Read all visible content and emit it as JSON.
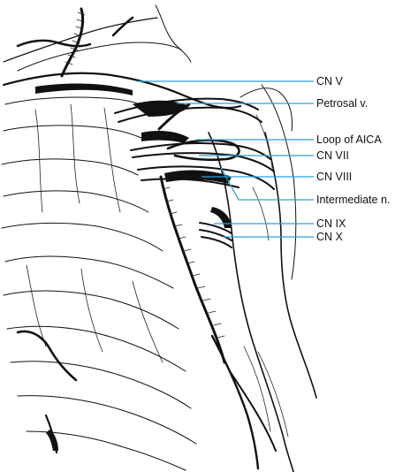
{
  "figure": {
    "labels": [
      {
        "id": "cn-v",
        "text": "CN V"
      },
      {
        "id": "petrosal-v",
        "text": "Petrosal v."
      },
      {
        "id": "loop-aica",
        "text": "Loop of AICA"
      },
      {
        "id": "cn-vii",
        "text": "CN VII"
      },
      {
        "id": "cn-viii",
        "text": "CN VIII"
      },
      {
        "id": "intermediate-n",
        "text": "Intermediate n."
      },
      {
        "id": "cn-ix",
        "text": "CN IX"
      },
      {
        "id": "cn-x",
        "text": "CN X"
      }
    ],
    "leader_color": "#2e9fd9",
    "ink_color": "#111111"
  }
}
